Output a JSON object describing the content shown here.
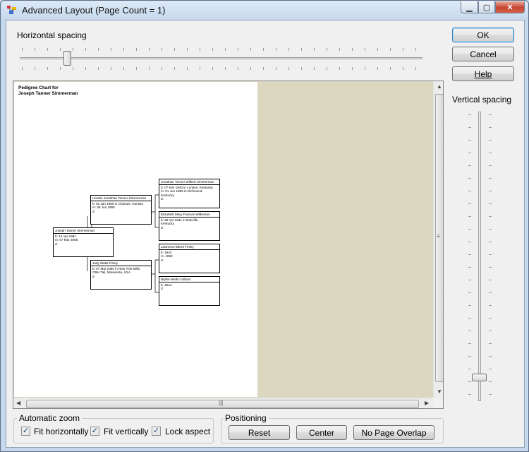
{
  "window": {
    "title": "Advanced Layout (Page Count = 1)"
  },
  "title_buttons": {
    "minimize": "▁",
    "maximize": "▢",
    "close": "✕"
  },
  "horizontal_spacing": {
    "label": "Horizontal spacing",
    "value": 0.12
  },
  "vertical_spacing": {
    "label": "Vertical spacing",
    "value": 0.94
  },
  "buttons": {
    "ok": "OK",
    "cancel": "Cancel",
    "help": "Help"
  },
  "preview": {
    "chart_title": [
      "Pedigree Chart for",
      "Joseph Tanner  Simmerman"
    ],
    "persons": [
      {
        "name": "Joseph Tanner Simmerman",
        "lines": [
          "b: 14 Apr 1991",
          "m: 07 Mar 2005",
          "d:"
        ]
      },
      {
        "name": "Horatio Jonathan Tanner Simmerman",
        "lines": [
          "b: 01 Jan 1960 in Chanute, Kansas",
          "m: 06 Jun 1990",
          "d:"
        ]
      },
      {
        "name": "Judy Watts Finley",
        "lines": [
          "b: 07 Mar 1960 in New York Mills,",
          "Otter Tail, Minnesota, USA",
          "d:"
        ]
      },
      {
        "name": "Jonathan Tanner Wilbert Simmerman",
        "lines": [
          "b: 07 Mar 1940 in London, Kentucky",
          "m: 01 Jun 1959 in Richmond,",
          "Kentucky",
          "d:"
        ]
      },
      {
        "name": "Elizabeth Mary Frances Wilkerson",
        "lines": [
          "b: 28 Apr 1941 in Danville,",
          "Kentucky",
          "d:"
        ]
      },
      {
        "name": "Lawrence Elbert Finley",
        "lines": [
          "b: 1943",
          "m: 1960",
          "d:"
        ]
      },
      {
        "name": "Blythe Wells Colburn",
        "lines": [
          "b: 1944",
          "d:"
        ]
      }
    ]
  },
  "automatic_zoom": {
    "label": "Automatic zoom",
    "fit_horizontally": {
      "label": "Fit horizontally",
      "checked": true
    },
    "fit_vertically": {
      "label": "Fit vertically",
      "checked": true
    },
    "lock_aspect": {
      "label": "Lock aspect",
      "checked": true
    }
  },
  "positioning": {
    "label": "Positioning",
    "reset": "Reset",
    "center": "Center",
    "no_page_overlap": "No Page Overlap"
  }
}
